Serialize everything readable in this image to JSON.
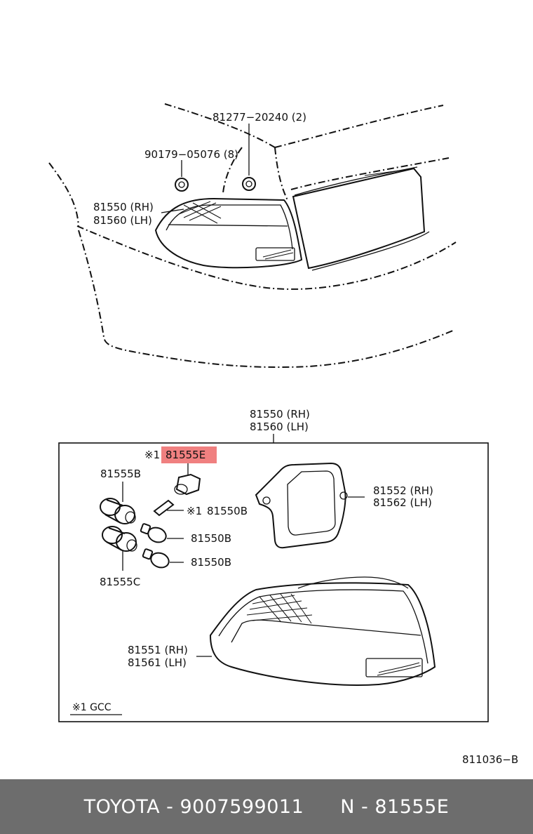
{
  "diagram": {
    "top_labels": {
      "nut_top": "81277−20240 (2)",
      "nut_left": "90179−05076 (8)",
      "lamp_rh": "81550 (RH)",
      "lamp_lh": "81560 (LH)"
    },
    "box_header": {
      "rh": "81550 (RH)",
      "lh": "81560 (LH)"
    },
    "parts": {
      "highlight_mark": "※1",
      "highlight_code": "81555E",
      "socket_b": "81555B",
      "wedge_mark": "※1",
      "wedge_code": "81550B",
      "bulb_1": "81550B",
      "bulb_2": "81550B",
      "socket_c": "81555C",
      "gasket_rh": "81552 (RH)",
      "gasket_lh": "81562 (LH)",
      "lens_rh": "81551 (RH)",
      "lens_lh": "81561 (LH)"
    },
    "note": "※1 GCC",
    "ref_code": "811036−B",
    "highlight_color": "#f08080"
  },
  "footer": {
    "part_info": "TOYOTA - 9007599011",
    "ref_info": "N - 81555E"
  }
}
